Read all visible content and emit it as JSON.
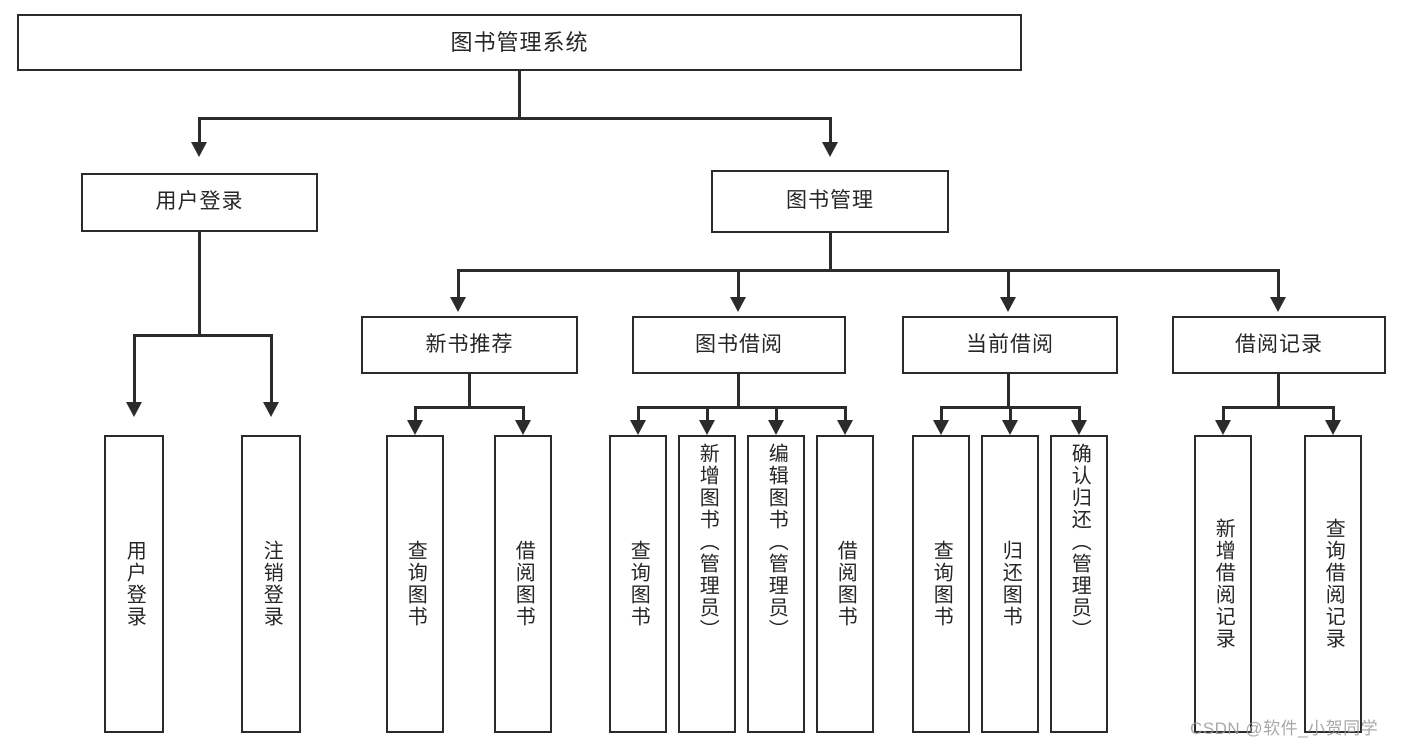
{
  "diagram": {
    "type": "tree",
    "title": "图书管理系统",
    "root": {
      "label": "图书管理系统"
    },
    "level2": [
      {
        "label": "用户登录"
      },
      {
        "label": "图书管理"
      }
    ],
    "level3": [
      {
        "label": "新书推荐"
      },
      {
        "label": "图书借阅"
      },
      {
        "label": "当前借阅"
      },
      {
        "label": "借阅记录"
      }
    ],
    "leaves": {
      "user_login": [
        {
          "label": "用户登录"
        },
        {
          "label": "注销登录"
        }
      ],
      "new_book": [
        {
          "label": "查询图书"
        },
        {
          "label": "借阅图书"
        }
      ],
      "borrow": [
        {
          "label": "查询图书"
        },
        {
          "label": "新增图书（管理员）"
        },
        {
          "label": "编辑图书（管理员）"
        },
        {
          "label": "借阅图书"
        }
      ],
      "current": [
        {
          "label": "查询图书"
        },
        {
          "label": "归还图书"
        },
        {
          "label": "确认归还（管理员）"
        }
      ],
      "record": [
        {
          "label": "新增借阅记录"
        },
        {
          "label": "查询借阅记录"
        }
      ]
    }
  },
  "watermark": {
    "text": "CSDN @软件_小贺同学"
  },
  "colors": {
    "border": "#2b2b2b",
    "text": "#262626",
    "background": "#ffffff",
    "watermark": "#9a9a9a"
  }
}
